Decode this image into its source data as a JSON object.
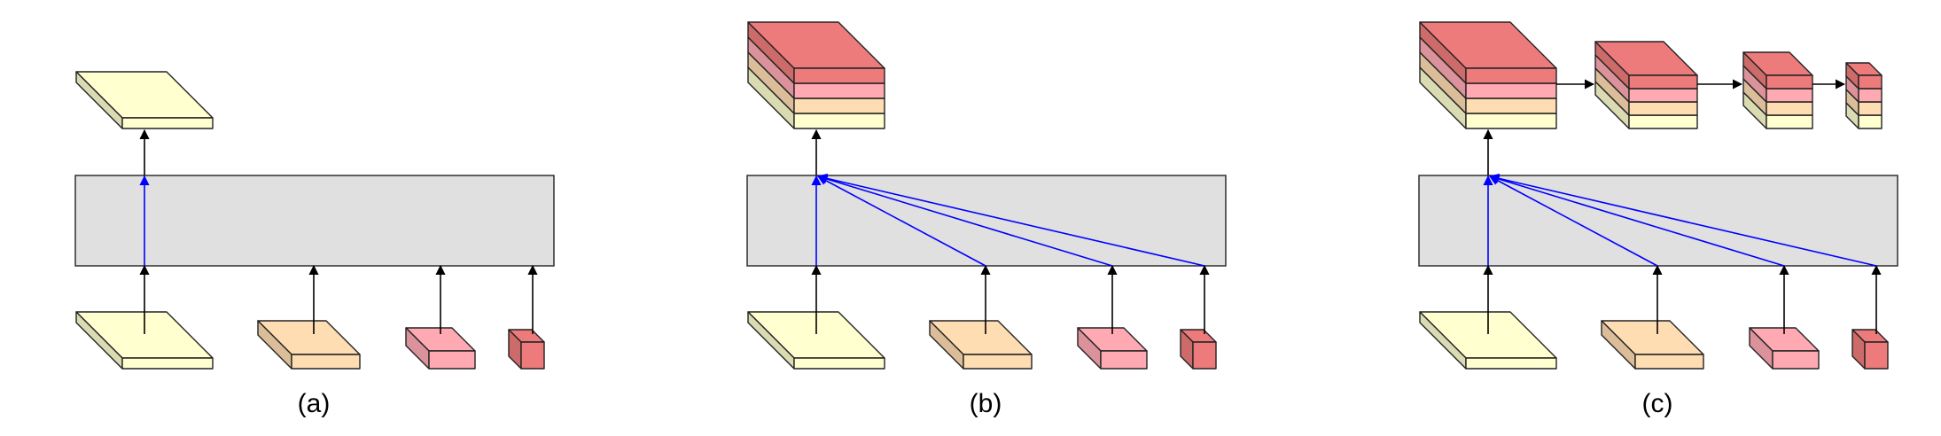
{
  "colors": {
    "level1": "#FFFFD0",
    "level2": "#FFDDB2",
    "level3": "#FFAAB3",
    "level4": "#EE7B7B",
    "module": "#E0E0E0",
    "arrow_black": "#000000",
    "arrow_blue": "#0000FF"
  },
  "panels": [
    {
      "id": "a",
      "caption": "(a)"
    },
    {
      "id": "b",
      "caption": "(b)"
    },
    {
      "id": "c",
      "caption": "(c)"
    }
  ]
}
